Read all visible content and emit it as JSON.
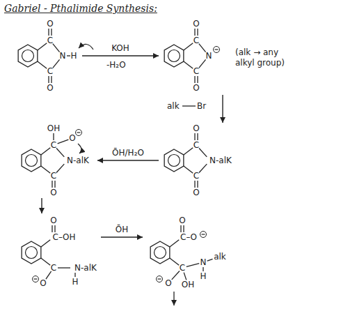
{
  "diagram": {
    "title": "Gabriel - Pthalimide Synthesis:",
    "nodes": [
      {
        "text": [
          "O",
          "C",
          "N",
          "H",
          "C",
          "O"
        ]
      },
      {
        "text": [
          "O",
          "C",
          "N",
          "C",
          "O"
        ]
      },
      {
        "text": [
          "O",
          "C",
          "N-alK",
          "C",
          "O"
        ]
      },
      {
        "text": [
          "OH",
          "C",
          "O",
          "N-alK",
          "C",
          "O"
        ]
      },
      {
        "text": [
          "O",
          "C–OH",
          "C",
          "N-alK",
          "H",
          "O"
        ]
      },
      {
        "text": [
          "O",
          "C–O",
          "C",
          "N",
          "alk",
          "H",
          "OH",
          "O"
        ]
      }
    ],
    "edges": [
      {
        "from": 0,
        "to": 1,
        "arrow": "to",
        "label": "KOH"
      },
      {
        "from": 1,
        "to": 2,
        "arrow": "to"
      },
      {
        "from": 2,
        "to": 3,
        "arrow": "to",
        "label": "ŌH/H₂O"
      },
      {
        "from": 3,
        "to": 4,
        "arrow": "to"
      },
      {
        "from": 4,
        "to": 5,
        "arrow": "to",
        "label": "ŌH"
      }
    ],
    "labels": [
      "-H₂O",
      "(alk → any alkyl group)",
      "alk",
      "Br"
    ]
  }
}
